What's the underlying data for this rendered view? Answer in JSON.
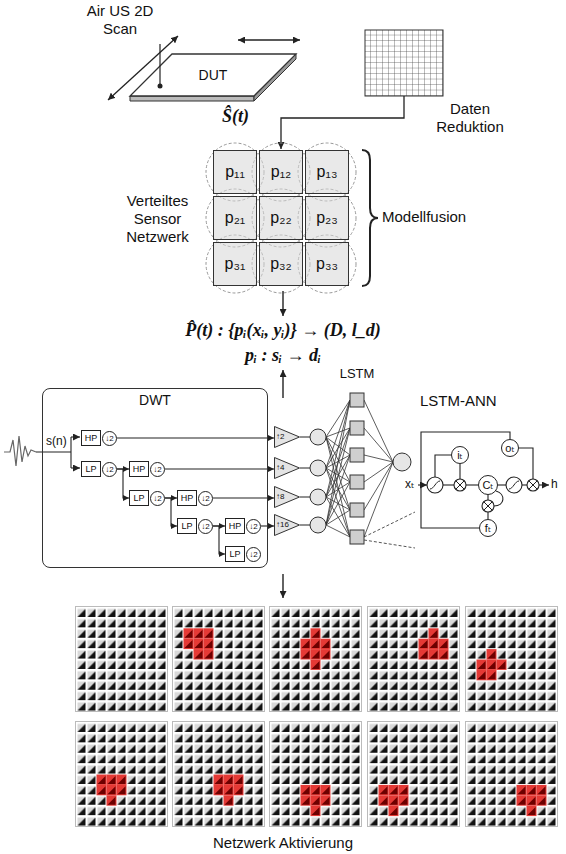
{
  "diagram": {
    "nodes": [
      {
        "text": [
          "DUT"
        ]
      },
      {
        "text": [
          "p₁₁"
        ]
      },
      {
        "text": [
          "p₁₂"
        ]
      },
      {
        "text": [
          "p₁₃"
        ]
      },
      {
        "text": [
          "p₂₁"
        ]
      },
      {
        "text": [
          "p₂₂"
        ]
      },
      {
        "text": [
          "p₂₃"
        ]
      },
      {
        "text": [
          "p₃₁"
        ]
      },
      {
        "text": [
          "p₃₂"
        ]
      },
      {
        "text": [
          "p₃₃"
        ]
      },
      {
        "text": [
          "DWT"
        ]
      },
      {
        "text": [
          "HP",
          "↓2"
        ],
        "in": 10
      },
      {
        "text": [
          "LP",
          "↓2"
        ],
        "in": 10
      },
      {
        "text": [
          "HP",
          "↓2"
        ],
        "in": 10
      },
      {
        "text": [
          "LP",
          "↓2"
        ],
        "in": 10
      },
      {
        "text": [
          "HP",
          "↓2"
        ],
        "in": 10
      },
      {
        "text": [
          "LP",
          "↓2"
        ],
        "in": 10
      },
      {
        "text": [
          "HP",
          "↓2"
        ],
        "in": 10
      },
      {
        "text": [
          "LP",
          "↓2"
        ],
        "in": 10
      },
      {
        "text": [
          "↑2"
        ]
      },
      {
        "text": [
          "↑4"
        ]
      },
      {
        "text": [
          "↑8"
        ]
      },
      {
        "text": [
          "↑16"
        ]
      },
      {
        "text": [
          "oₜ"
        ]
      },
      {
        "text": [
          "iₜ"
        ]
      },
      {
        "text": [
          "Cₜ"
        ]
      },
      {
        "text": [
          "fₜ"
        ]
      }
    ],
    "edges": [
      {
        "from": 12,
        "to": 13,
        "arrow": "to"
      },
      {
        "from": 12,
        "to": 14,
        "arrow": "to"
      },
      {
        "from": 14,
        "to": 15,
        "arrow": "to"
      },
      {
        "from": 14,
        "to": 16,
        "arrow": "to"
      },
      {
        "from": 16,
        "to": 17,
        "arrow": "to"
      },
      {
        "from": 16,
        "to": 18,
        "arrow": "to"
      },
      {
        "from": 11,
        "to": 19,
        "arrow": "to"
      },
      {
        "from": 13,
        "to": 20,
        "arrow": "to"
      },
      {
        "from": 15,
        "to": 21,
        "arrow": "to"
      },
      {
        "from": 17,
        "to": 22,
        "arrow": "to"
      }
    ],
    "labels": [
      "Air US 2D Scan",
      "Ŝ(t)",
      "Daten Reduktion",
      "Verteiltes Sensor Netzwerk",
      "Modellfusion",
      "P̂(t) : {pᵢ(xᵢ, yᵢ)} → (D, l_d)",
      "pᵢ : sᵢ → dᵢ",
      "s(n)",
      "LSTM",
      "LSTM-ANN",
      "xₜ",
      "h",
      "Netzwerk Aktivierung"
    ]
  }
}
